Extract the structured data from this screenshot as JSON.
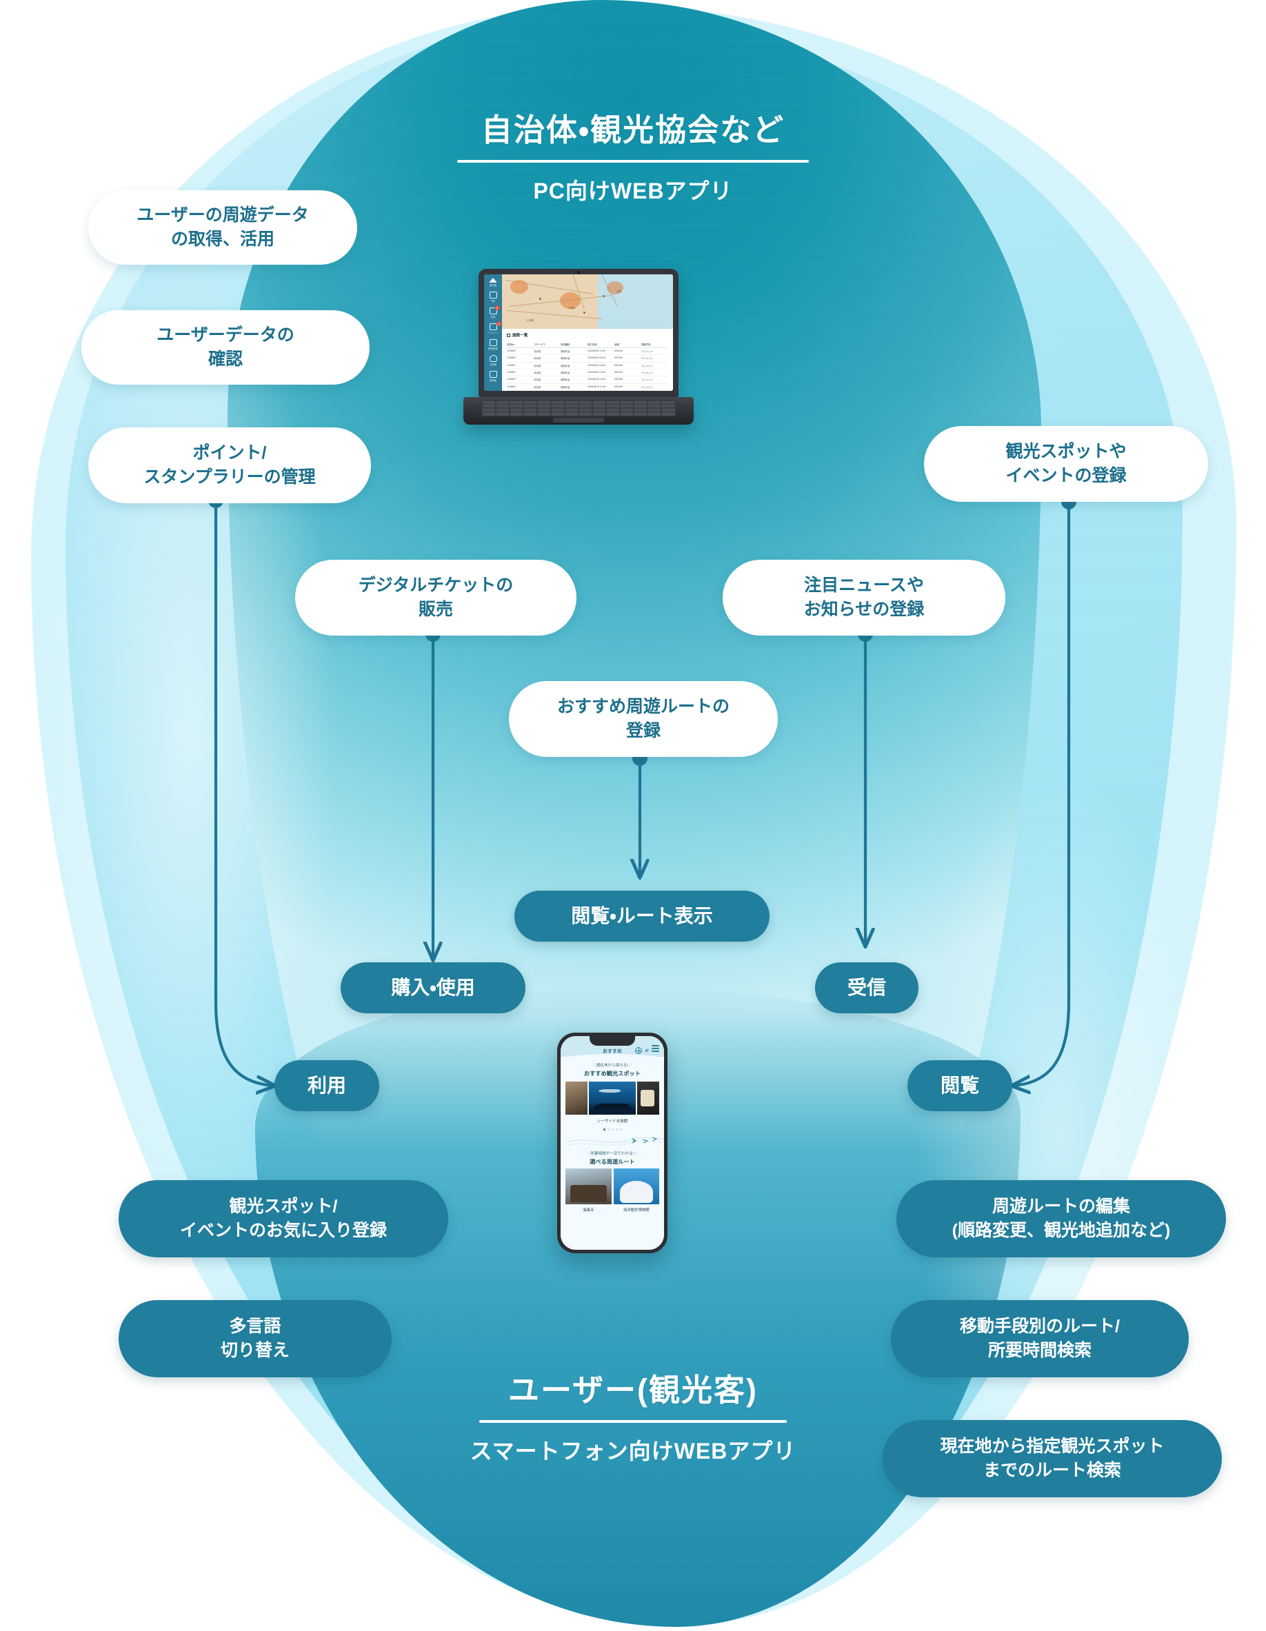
{
  "top_section": {
    "title": "自治体・観光協会など",
    "subtitle": "PC向けWEBアプリ"
  },
  "bottom_section": {
    "title": "ユーザー(観光客)",
    "subtitle": "スマートフォン向けWEBアプリ"
  },
  "admin_features": [
    {
      "id": "user-trip-data",
      "label": "ユーザーの周遊データ\nの取得、活用"
    },
    {
      "id": "user-data-check",
      "label": "ユーザーデータの\n確認"
    },
    {
      "id": "point-stamp",
      "label": "ポイント/\nスタンプラリーの管理"
    },
    {
      "id": "digital-ticket",
      "label": "デジタルチケットの\n販売"
    },
    {
      "id": "route-register",
      "label": "おすすめ周遊ルートの\n登録"
    },
    {
      "id": "news-register",
      "label": "注目ニュースや\nお知らせの登録"
    },
    {
      "id": "spot-register",
      "label": "観光スポットや\nイベントの登録"
    }
  ],
  "connector_pills": [
    {
      "id": "use",
      "label": "利用"
    },
    {
      "id": "purchase",
      "label": "購入・使用"
    },
    {
      "id": "view-route",
      "label": "閲覧・ルート表示"
    },
    {
      "id": "receive",
      "label": "受信"
    },
    {
      "id": "browse",
      "label": "閲覧"
    }
  ],
  "user_features": [
    {
      "id": "favorite",
      "label": "観光スポット/\nイベントのお気に入り登録"
    },
    {
      "id": "multilingual",
      "label": "多言語\n切り替え"
    },
    {
      "id": "route-edit",
      "label": "周遊ルートの編集\n(順路変更、観光地追加など)"
    },
    {
      "id": "transport-route",
      "label": "移動手段別のルート/\n所要時間検索"
    },
    {
      "id": "spot-route",
      "label": "現在地から指定観光スポット\nまでのルート検索"
    }
  ],
  "laptop_mock": {
    "nav": [
      {
        "label": "案内図",
        "badge": ""
      },
      {
        "label": "予約",
        "badge": ""
      },
      {
        "label": "決済",
        "badge": "5"
      },
      {
        "label": "ドライバー",
        "badge": "6"
      },
      {
        "label": "車両管理",
        "badge": ""
      },
      {
        "label": "お客様",
        "badge": ""
      },
      {
        "label": "管理者",
        "badge": ""
      }
    ],
    "map_labels": [
      "川崎市",
      "大師",
      "小田原"
    ],
    "table_title": "施設一覧",
    "table_headers": [
      "決済No",
      "ステータス",
      "決済種別",
      "取引日時",
      "金額",
      "登録方法"
    ],
    "table_rows": [
      [
        "1234567",
        "決済済",
        "通常料金",
        "2024/06/10  10:40",
        "¥35,000",
        "クレジット"
      ],
      [
        "1234567",
        "決済済",
        "通常料金",
        "2024/06/10  10:40",
        "¥35,000",
        "クレジット"
      ],
      [
        "1234567",
        "決済済",
        "通常料金",
        "2024/06/10  10:40",
        "¥35,000",
        "クレジット"
      ],
      [
        "1234567",
        "決済済",
        "通常料金",
        "2024/06/10  10:40",
        "¥35,000",
        "クレジット"
      ],
      [
        "1234567",
        "決済済",
        "通常料金",
        "2024/06/10  10:40",
        "¥35,000",
        "クレジット"
      ],
      [
        "1234567",
        "決済済",
        "通常料金",
        "2024/06/10  10:40",
        "¥35,000",
        "クレジット"
      ]
    ]
  },
  "phone_mock": {
    "header_title": "おすすめ",
    "lang_code": "JP",
    "section1_kicker": "＼現在地から探せる!／",
    "section1_title": "おすすめ観光スポット",
    "section1_caption": "シーサイド水族館",
    "section2_kicker": "＼所要時間が一目でわかる!／",
    "section2_title": "選べる周遊ルート",
    "section2_caption_left": "海風寺",
    "section2_caption_right": "海洋歴史博物館"
  },
  "colors": {
    "deep_teal": "#0e8fa8",
    "pill_dark": "#217e9c",
    "pill_text_teal": "#1c6f8c",
    "bg_light": "#d4f4fb",
    "connector": "#1c7494"
  }
}
